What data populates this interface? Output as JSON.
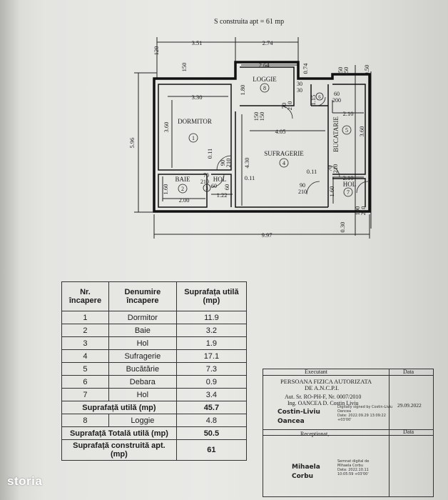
{
  "header": {
    "construita": "S construita apt = 61 mp"
  },
  "plan": {
    "dims": {
      "d351": "3.51",
      "d274": "2.74",
      "d264": "2.64",
      "d330": "3.30",
      "d596": "5.96",
      "d997": "9.97",
      "d405": "4.05",
      "d210a": "2.10",
      "d210b": "2.10",
      "d200": "2.00",
      "d122": "1.22",
      "d360a": "3.60",
      "d360b": "3.60",
      "d430": "4.30",
      "d160a": "1.60",
      "d160b": "1.60",
      "d180": "1.80",
      "d074": "0.74",
      "d050": "0.50",
      "d115": "1.15",
      "d030": "0.30",
      "d011a": "0.11",
      "d011b": "0.11",
      "d011c": "0.11",
      "h120": "120",
      "h150a": "150",
      "h150b": "150",
      "h150c": "150",
      "h150d": "150",
      "h3030": "30",
      "h3030b": "30",
      "h60": "60",
      "h200": "200",
      "h70": "70",
      "h210a": "210",
      "h90a": "90",
      "h90b": "90",
      "h210b": "210",
      "h90c": "90",
      "h210c": "210",
      "h70b": "70",
      "h210d": "210",
      "h60b": "60",
      "h100": "100",
      "h210e": "210",
      "h80": "80"
    },
    "rooms": {
      "dormitor": "DORMITOR",
      "n1": "1",
      "loggie": "LOGGIE",
      "n8": "8",
      "sufragerie": "SUFRAGERIE",
      "n4": "4",
      "bucatarie": "BUCATARIE",
      "n5": "5",
      "baie": "BAIE",
      "n2": "2",
      "hol3": "HOL",
      "n3": "3",
      "hol7": "HOL",
      "n7": "7",
      "n6": "6"
    }
  },
  "table": {
    "headers": [
      "Nr. încapere",
      "Denumire încapere",
      "Suprafața utilă (mp)"
    ],
    "rows": [
      {
        "nr": "1",
        "name": "Dormitor",
        "area": "11.9"
      },
      {
        "nr": "2",
        "name": "Baie",
        "area": "3.2"
      },
      {
        "nr": "3",
        "name": "Hol",
        "area": "1.9"
      },
      {
        "nr": "4",
        "name": "Sufragerie",
        "area": "17.1"
      },
      {
        "nr": "5",
        "name": "Bucătărie",
        "area": "7.3"
      },
      {
        "nr": "6",
        "name": "Debara",
        "area": "0.9"
      },
      {
        "nr": "7",
        "name": "Hol",
        "area": "3.4"
      }
    ],
    "util_label": "Suprafață utilă (mp)",
    "util_value": "45.7",
    "loggie": {
      "nr": "8",
      "name": "Loggie",
      "area": "4.8"
    },
    "total_label": "Suprafață Totală utilă (mp)",
    "total_value": "50.5",
    "construita_label": "Suprafață construită apt. (mp)",
    "construita_value": "61"
  },
  "signature": {
    "executant": "Executant",
    "data": "Data",
    "line1": "PERSOANA FIZICA AUTORIZATA",
    "line2": "DE A.N.C.P.I.",
    "line3": "Aut. Sr. RO-PH-F, Nr. 0007/2010",
    "line4": "Ing. OANCEA D. Costin Liviu",
    "date": "29.09.2022",
    "signer1a": "Costin-Liviu",
    "signer1b": "Oancea",
    "digital1a": "Digitally signed by Costin-Liviu",
    "digital1b": "Oancea",
    "digital1c": "Date: 2022.09.29 13:09:22",
    "digital1d": "+03'00'",
    "receptionat": "Receptionat,",
    "data2": "Data",
    "signer2a": "Mihaela",
    "signer2b": "Corbu",
    "digital2a": "Semnat digital de",
    "digital2b": "Mihaela Corbu",
    "digital2c": "Data: 2022.10.11",
    "digital2d": "10:05:59 +03'00'"
  },
  "brand": {
    "logo": "storia"
  }
}
